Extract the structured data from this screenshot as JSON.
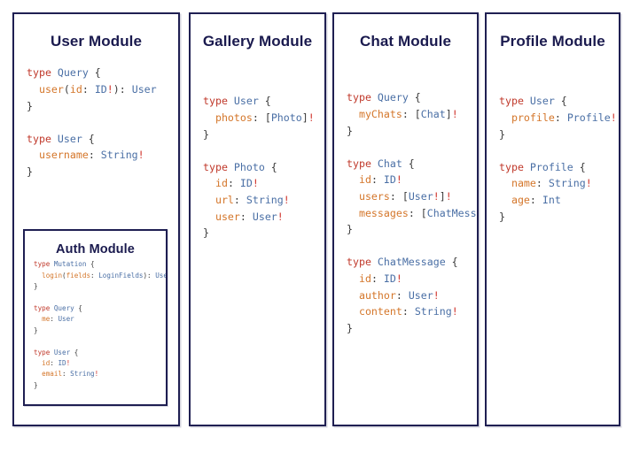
{
  "diagram": {
    "title_color": "#1a1a4e",
    "border_color": "#1f1f52",
    "background": "#ffffff",
    "token_colors": {
      "keyword": "#c0392b",
      "type_name": "#4a6fa5",
      "field_name": "#d4762a",
      "punctuation": "#3a3a3a",
      "nonnull_bang": "#d0342c"
    }
  },
  "cards": {
    "user": {
      "title": "User Module",
      "blocks": [
        {
          "lines": [
            [
              {
                "t": "type ",
                "c": "kw"
              },
              {
                "t": "Query",
                "c": "type"
              },
              {
                "t": " {",
                "c": "punc"
              }
            ],
            [
              {
                "t": "  ",
                "c": "punc"
              },
              {
                "t": "user",
                "c": "field"
              },
              {
                "t": "(",
                "c": "punc"
              },
              {
                "t": "id",
                "c": "field"
              },
              {
                "t": ": ",
                "c": "punc"
              },
              {
                "t": "ID",
                "c": "type"
              },
              {
                "t": "!",
                "c": "bang"
              },
              {
                "t": "): ",
                "c": "punc"
              },
              {
                "t": "User",
                "c": "type"
              }
            ],
            [
              {
                "t": "}",
                "c": "punc"
              }
            ]
          ]
        },
        {
          "lines": [
            [
              {
                "t": "type ",
                "c": "kw"
              },
              {
                "t": "User",
                "c": "type"
              },
              {
                "t": " {",
                "c": "punc"
              }
            ],
            [
              {
                "t": "  ",
                "c": "punc"
              },
              {
                "t": "username",
                "c": "field"
              },
              {
                "t": ": ",
                "c": "punc"
              },
              {
                "t": "String",
                "c": "type"
              },
              {
                "t": "!",
                "c": "bang"
              }
            ],
            [
              {
                "t": "}",
                "c": "punc"
              }
            ]
          ]
        }
      ]
    },
    "auth": {
      "title": "Auth Module",
      "blocks": [
        {
          "lines": [
            [
              {
                "t": "type ",
                "c": "kw"
              },
              {
                "t": "Mutation",
                "c": "type"
              },
              {
                "t": " {",
                "c": "punc"
              }
            ],
            [
              {
                "t": "  ",
                "c": "punc"
              },
              {
                "t": "login",
                "c": "field"
              },
              {
                "t": "(",
                "c": "punc"
              },
              {
                "t": "fields",
                "c": "field"
              },
              {
                "t": ": ",
                "c": "punc"
              },
              {
                "t": "LoginFields",
                "c": "type"
              },
              {
                "t": "): ",
                "c": "punc"
              },
              {
                "t": "User",
                "c": "type"
              }
            ],
            [
              {
                "t": "}",
                "c": "punc"
              }
            ]
          ]
        },
        {
          "lines": [
            [
              {
                "t": "type ",
                "c": "kw"
              },
              {
                "t": "Query",
                "c": "type"
              },
              {
                "t": " {",
                "c": "punc"
              }
            ],
            [
              {
                "t": "  ",
                "c": "punc"
              },
              {
                "t": "me",
                "c": "field"
              },
              {
                "t": ": ",
                "c": "punc"
              },
              {
                "t": "User",
                "c": "type"
              }
            ],
            [
              {
                "t": "}",
                "c": "punc"
              }
            ]
          ]
        },
        {
          "lines": [
            [
              {
                "t": "type ",
                "c": "kw"
              },
              {
                "t": "User",
                "c": "type"
              },
              {
                "t": " {",
                "c": "punc"
              }
            ],
            [
              {
                "t": "  ",
                "c": "punc"
              },
              {
                "t": "id",
                "c": "field"
              },
              {
                "t": ": ",
                "c": "punc"
              },
              {
                "t": "ID",
                "c": "type"
              },
              {
                "t": "!",
                "c": "bang"
              }
            ],
            [
              {
                "t": "  ",
                "c": "punc"
              },
              {
                "t": "email",
                "c": "field"
              },
              {
                "t": ": ",
                "c": "punc"
              },
              {
                "t": "String",
                "c": "type"
              },
              {
                "t": "!",
                "c": "bang"
              }
            ],
            [
              {
                "t": "}",
                "c": "punc"
              }
            ]
          ]
        }
      ]
    },
    "gallery": {
      "title": "Gallery Module",
      "blocks": [
        {
          "lines": [
            [
              {
                "t": "type ",
                "c": "kw"
              },
              {
                "t": "User",
                "c": "type"
              },
              {
                "t": " {",
                "c": "punc"
              }
            ],
            [
              {
                "t": "  ",
                "c": "punc"
              },
              {
                "t": "photos",
                "c": "field"
              },
              {
                "t": ": [",
                "c": "punc"
              },
              {
                "t": "Photo",
                "c": "type"
              },
              {
                "t": "]",
                "c": "punc"
              },
              {
                "t": "!",
                "c": "bang"
              }
            ],
            [
              {
                "t": "}",
                "c": "punc"
              }
            ]
          ]
        },
        {
          "lines": [
            [
              {
                "t": "type ",
                "c": "kw"
              },
              {
                "t": "Photo",
                "c": "type"
              },
              {
                "t": " {",
                "c": "punc"
              }
            ],
            [
              {
                "t": "  ",
                "c": "punc"
              },
              {
                "t": "id",
                "c": "field"
              },
              {
                "t": ": ",
                "c": "punc"
              },
              {
                "t": "ID",
                "c": "type"
              },
              {
                "t": "!",
                "c": "bang"
              }
            ],
            [
              {
                "t": "  ",
                "c": "punc"
              },
              {
                "t": "url",
                "c": "field"
              },
              {
                "t": ": ",
                "c": "punc"
              },
              {
                "t": "String",
                "c": "type"
              },
              {
                "t": "!",
                "c": "bang"
              }
            ],
            [
              {
                "t": "  ",
                "c": "punc"
              },
              {
                "t": "user",
                "c": "field"
              },
              {
                "t": ": ",
                "c": "punc"
              },
              {
                "t": "User",
                "c": "type"
              },
              {
                "t": "!",
                "c": "bang"
              }
            ],
            [
              {
                "t": "}",
                "c": "punc"
              }
            ]
          ]
        }
      ]
    },
    "chat": {
      "title": "Chat Module",
      "blocks": [
        {
          "lines": [
            [
              {
                "t": "type ",
                "c": "kw"
              },
              {
                "t": "Query",
                "c": "type"
              },
              {
                "t": " {",
                "c": "punc"
              }
            ],
            [
              {
                "t": "  ",
                "c": "punc"
              },
              {
                "t": "myChats",
                "c": "field"
              },
              {
                "t": ": [",
                "c": "punc"
              },
              {
                "t": "Chat",
                "c": "type"
              },
              {
                "t": "]",
                "c": "punc"
              },
              {
                "t": "!",
                "c": "bang"
              }
            ],
            [
              {
                "t": "}",
                "c": "punc"
              }
            ]
          ]
        },
        {
          "lines": [
            [
              {
                "t": "type ",
                "c": "kw"
              },
              {
                "t": "Chat",
                "c": "type"
              },
              {
                "t": " {",
                "c": "punc"
              }
            ],
            [
              {
                "t": "  ",
                "c": "punc"
              },
              {
                "t": "id",
                "c": "field"
              },
              {
                "t": ": ",
                "c": "punc"
              },
              {
                "t": "ID",
                "c": "type"
              },
              {
                "t": "!",
                "c": "bang"
              }
            ],
            [
              {
                "t": "  ",
                "c": "punc"
              },
              {
                "t": "users",
                "c": "field"
              },
              {
                "t": ": [",
                "c": "punc"
              },
              {
                "t": "User",
                "c": "type"
              },
              {
                "t": "!",
                "c": "bang"
              },
              {
                "t": "]",
                "c": "punc"
              },
              {
                "t": "!",
                "c": "bang"
              }
            ],
            [
              {
                "t": "  ",
                "c": "punc"
              },
              {
                "t": "messages",
                "c": "field"
              },
              {
                "t": ": [",
                "c": "punc"
              },
              {
                "t": "ChatMessage",
                "c": "type"
              },
              {
                "t": "]",
                "c": "punc"
              },
              {
                "t": "!",
                "c": "bang"
              }
            ],
            [
              {
                "t": "}",
                "c": "punc"
              }
            ]
          ]
        },
        {
          "lines": [
            [
              {
                "t": "type ",
                "c": "kw"
              },
              {
                "t": "ChatMessage",
                "c": "type"
              },
              {
                "t": " {",
                "c": "punc"
              }
            ],
            [
              {
                "t": "  ",
                "c": "punc"
              },
              {
                "t": "id",
                "c": "field"
              },
              {
                "t": ": ",
                "c": "punc"
              },
              {
                "t": "ID",
                "c": "type"
              },
              {
                "t": "!",
                "c": "bang"
              }
            ],
            [
              {
                "t": "  ",
                "c": "punc"
              },
              {
                "t": "author",
                "c": "field"
              },
              {
                "t": ": ",
                "c": "punc"
              },
              {
                "t": "User",
                "c": "type"
              },
              {
                "t": "!",
                "c": "bang"
              }
            ],
            [
              {
                "t": "  ",
                "c": "punc"
              },
              {
                "t": "content",
                "c": "field"
              },
              {
                "t": ": ",
                "c": "punc"
              },
              {
                "t": "String",
                "c": "type"
              },
              {
                "t": "!",
                "c": "bang"
              }
            ],
            [
              {
                "t": "}",
                "c": "punc"
              }
            ]
          ]
        }
      ]
    },
    "profile": {
      "title": "Profile Module",
      "blocks": [
        {
          "lines": [
            [
              {
                "t": "type ",
                "c": "kw"
              },
              {
                "t": "User",
                "c": "type"
              },
              {
                "t": " {",
                "c": "punc"
              }
            ],
            [
              {
                "t": "  ",
                "c": "punc"
              },
              {
                "t": "profile",
                "c": "field"
              },
              {
                "t": ": ",
                "c": "punc"
              },
              {
                "t": "Profile",
                "c": "type"
              },
              {
                "t": "!",
                "c": "bang"
              }
            ],
            [
              {
                "t": "}",
                "c": "punc"
              }
            ]
          ]
        },
        {
          "lines": [
            [
              {
                "t": "type ",
                "c": "kw"
              },
              {
                "t": "Profile",
                "c": "type"
              },
              {
                "t": " {",
                "c": "punc"
              }
            ],
            [
              {
                "t": "  ",
                "c": "punc"
              },
              {
                "t": "name",
                "c": "field"
              },
              {
                "t": ": ",
                "c": "punc"
              },
              {
                "t": "String",
                "c": "type"
              },
              {
                "t": "!",
                "c": "bang"
              }
            ],
            [
              {
                "t": "  ",
                "c": "punc"
              },
              {
                "t": "age",
                "c": "field"
              },
              {
                "t": ": ",
                "c": "punc"
              },
              {
                "t": "Int",
                "c": "type"
              }
            ],
            [
              {
                "t": "}",
                "c": "punc"
              }
            ]
          ]
        }
      ]
    }
  }
}
